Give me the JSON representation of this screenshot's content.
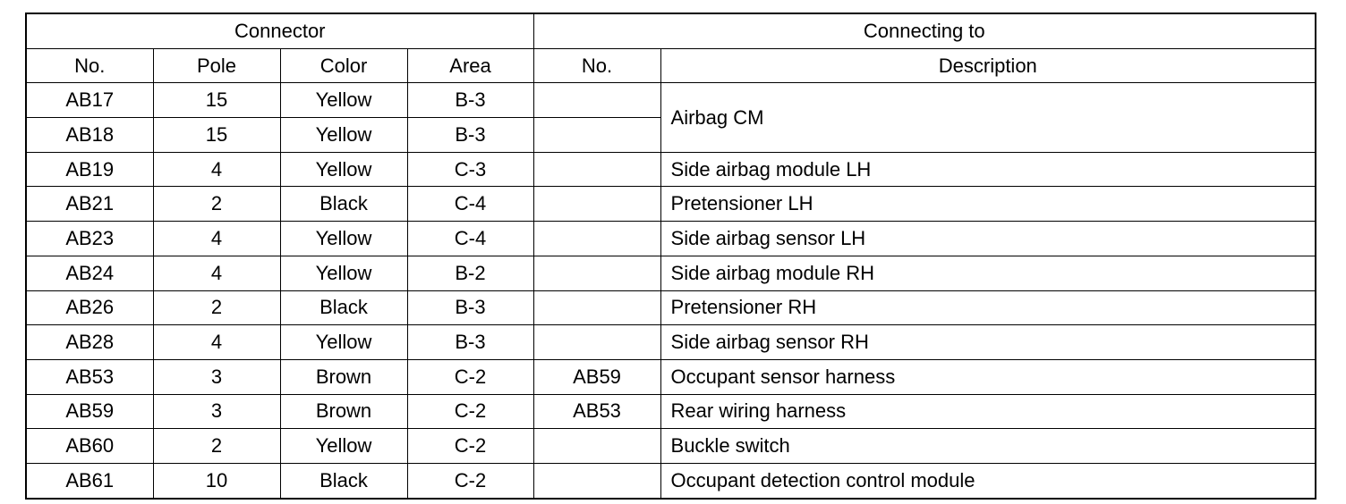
{
  "header": {
    "connector": "Connector",
    "connecting_to": "Connecting to"
  },
  "columns": {
    "no": "No.",
    "pole": "Pole",
    "color": "Color",
    "area": "Area",
    "conn_no": "No.",
    "description": "Description"
  },
  "rows": [
    {
      "no": "AB17",
      "pole": "15",
      "color": "Yellow",
      "area": "B-3",
      "conn_no": "",
      "description": "Airbag CM"
    },
    {
      "no": "AB18",
      "pole": "15",
      "color": "Yellow",
      "area": "B-3",
      "conn_no": ""
    },
    {
      "no": "AB19",
      "pole": "4",
      "color": "Yellow",
      "area": "C-3",
      "conn_no": "",
      "description": "Side airbag module LH"
    },
    {
      "no": "AB21",
      "pole": "2",
      "color": "Black",
      "area": "C-4",
      "conn_no": "",
      "description": "Pretensioner LH"
    },
    {
      "no": "AB23",
      "pole": "4",
      "color": "Yellow",
      "area": "C-4",
      "conn_no": "",
      "description": "Side airbag sensor LH"
    },
    {
      "no": "AB24",
      "pole": "4",
      "color": "Yellow",
      "area": "B-2",
      "conn_no": "",
      "description": "Side airbag module RH"
    },
    {
      "no": "AB26",
      "pole": "2",
      "color": "Black",
      "area": "B-3",
      "conn_no": "",
      "description": "Pretensioner RH"
    },
    {
      "no": "AB28",
      "pole": "4",
      "color": "Yellow",
      "area": "B-3",
      "conn_no": "",
      "description": "Side airbag sensor RH"
    },
    {
      "no": "AB53",
      "pole": "3",
      "color": "Brown",
      "area": "C-2",
      "conn_no": "AB59",
      "description": "Occupant sensor harness"
    },
    {
      "no": "AB59",
      "pole": "3",
      "color": "Brown",
      "area": "C-2",
      "conn_no": "AB53",
      "description": "Rear wiring harness"
    },
    {
      "no": "AB60",
      "pole": "2",
      "color": "Yellow",
      "area": "C-2",
      "conn_no": "",
      "description": "Buckle switch"
    },
    {
      "no": "AB61",
      "pole": "10",
      "color": "Black",
      "area": "C-2",
      "conn_no": "",
      "description": "Occupant detection control module"
    }
  ]
}
